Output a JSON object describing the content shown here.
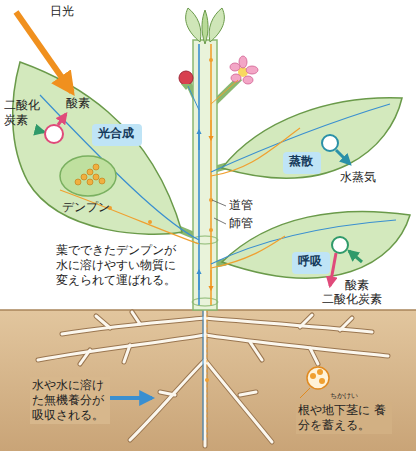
{
  "diagram": {
    "nodes": [
      {
        "text": [
          "光合成"
        ]
      },
      {
        "text": [
          "蒸散"
        ]
      },
      {
        "text": [
          "呼吸"
        ]
      }
    ],
    "labels": [
      "日光",
      "二酸化 炭素",
      "酸素",
      "デンプン",
      "葉でできたデンプンが 水に溶けやすい物質に 変えられて運ばれる。",
      "水蒸気",
      "道管",
      "師管",
      "酸素",
      "二酸化炭素",
      "水や水に溶け た無機養分が 吸収される。",
      "根や地下茎に 養分を蓄える。",
      "ちかけい"
    ]
  }
}
